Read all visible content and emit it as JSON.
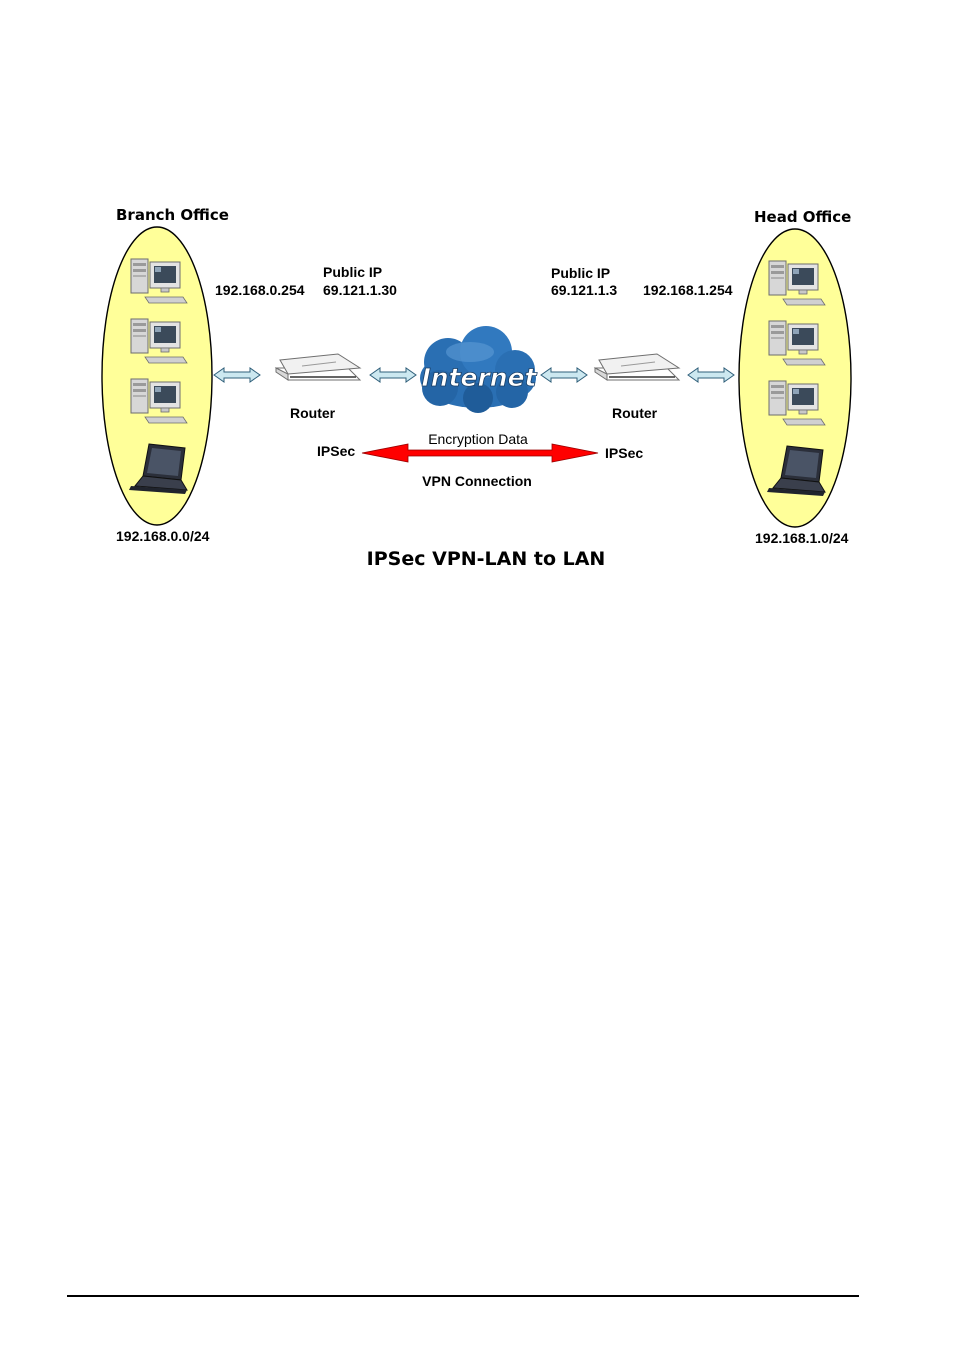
{
  "branch": {
    "title": "Branch Office",
    "lan_ip": "192.168.0.254",
    "subnet": "192.168.0.0/24",
    "public_ip_label": "Public IP",
    "public_ip": "69.121.1.30",
    "router_label": "Router",
    "ipsec_label": "IPSec"
  },
  "head": {
    "title": "Head Office",
    "lan_ip": "192.168.1.254",
    "subnet": "192.168.1.0/24",
    "public_ip_label": "Public IP",
    "public_ip": "69.121.1.3",
    "router_label": "Router",
    "ipsec_label": "IPSec"
  },
  "internet_label": "Internet",
  "tunnel": {
    "top_label": "Encryption Data",
    "bottom_label": "VPN Connection"
  },
  "caption": "IPSec VPN-LAN to LAN",
  "colors": {
    "office_fill": "#ffff99",
    "link_arrow_fill": "#cce8f0",
    "link_arrow_stroke": "#2f5f7a",
    "tunnel_arrow": "#ff0000",
    "cloud": "#2a6fb3"
  },
  "icons": {
    "desktop": "desktop-computer-icon",
    "laptop": "laptop-icon",
    "router": "router-icon",
    "cloud": "internet-cloud-icon"
  }
}
